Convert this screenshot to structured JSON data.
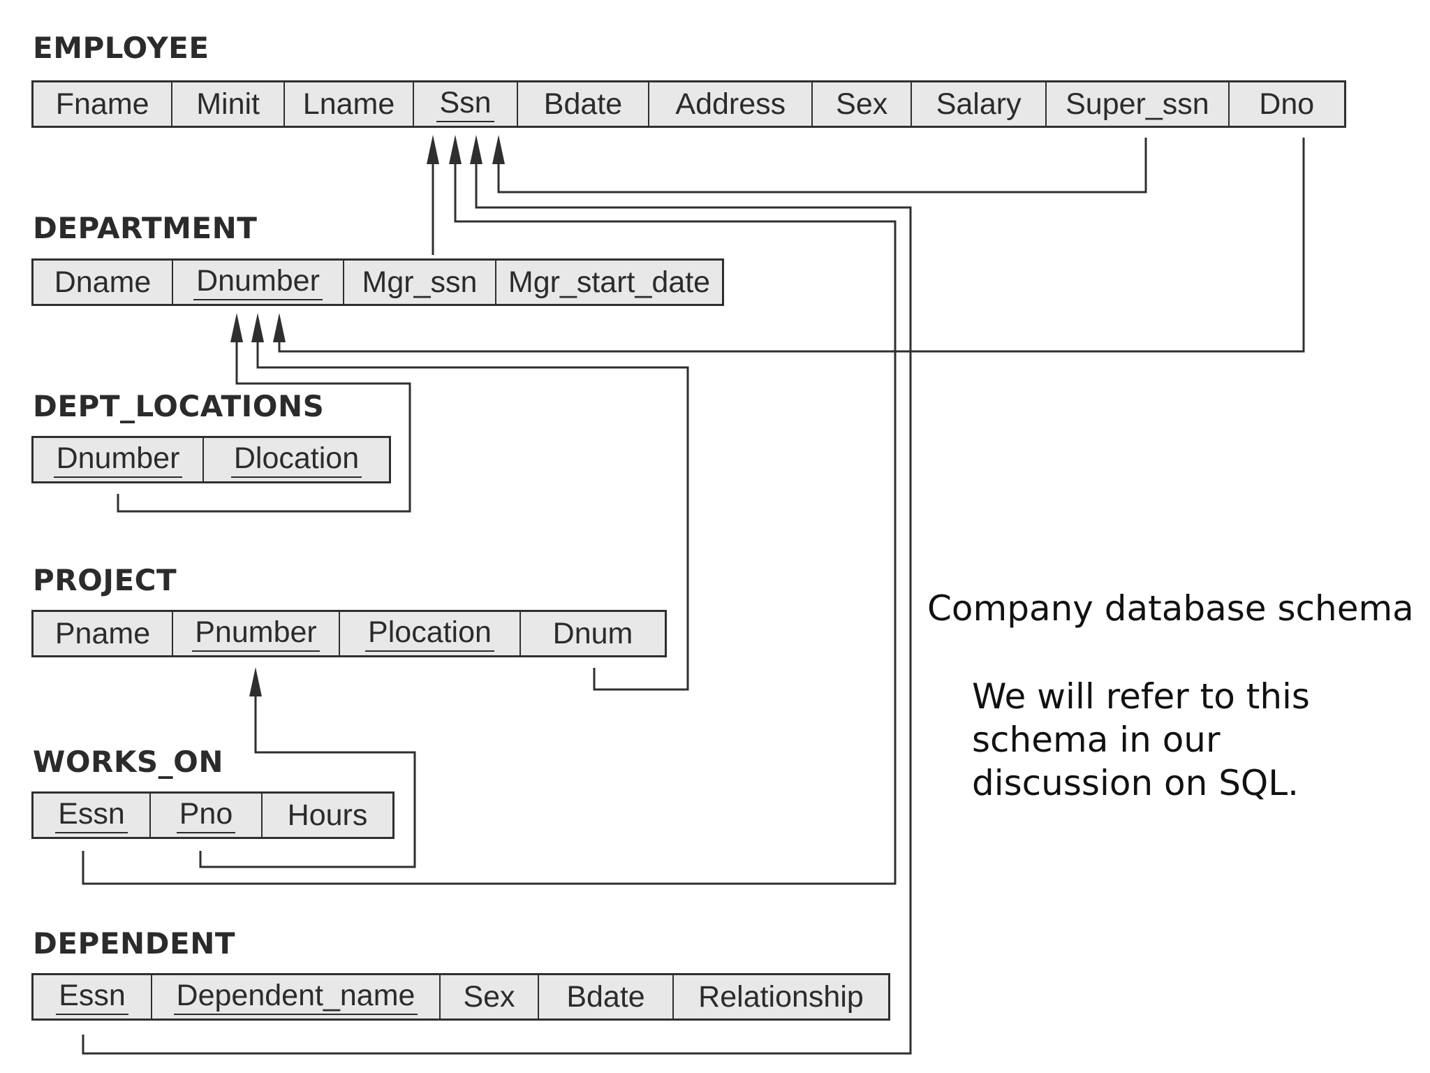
{
  "relations": [
    {
      "name": "EMPLOYEE",
      "attributes": [
        {
          "label": "Fname",
          "pk": false
        },
        {
          "label": "Minit",
          "pk": false
        },
        {
          "label": "Lname",
          "pk": false
        },
        {
          "label": "Ssn",
          "pk": true
        },
        {
          "label": "Bdate",
          "pk": false
        },
        {
          "label": "Address",
          "pk": false
        },
        {
          "label": "Sex",
          "pk": false
        },
        {
          "label": "Salary",
          "pk": false
        },
        {
          "label": "Super_ssn",
          "pk": false
        },
        {
          "label": "Dno",
          "pk": false
        }
      ]
    },
    {
      "name": "DEPARTMENT",
      "attributes": [
        {
          "label": "Dname",
          "pk": false
        },
        {
          "label": "Dnumber",
          "pk": true
        },
        {
          "label": "Mgr_ssn",
          "pk": false
        },
        {
          "label": "Mgr_start_date",
          "pk": false
        }
      ]
    },
    {
      "name": "DEPT_LOCATIONS",
      "attributes": [
        {
          "label": "Dnumber",
          "pk": true
        },
        {
          "label": "Dlocation",
          "pk": true
        }
      ]
    },
    {
      "name": "PROJECT",
      "attributes": [
        {
          "label": "Pname",
          "pk": false
        },
        {
          "label": "Pnumber",
          "pk": true
        },
        {
          "label": "Plocation",
          "pk": true
        },
        {
          "label": "Dnum",
          "pk": false
        }
      ]
    },
    {
      "name": "WORKS_ON",
      "attributes": [
        {
          "label": "Essn",
          "pk": true
        },
        {
          "label": "Pno",
          "pk": true
        },
        {
          "label": "Hours",
          "pk": false
        }
      ]
    },
    {
      "name": "DEPENDENT",
      "attributes": [
        {
          "label": "Essn",
          "pk": true
        },
        {
          "label": "Dependent_name",
          "pk": true
        },
        {
          "label": "Sex",
          "pk": false
        },
        {
          "label": "Bdate",
          "pk": false
        },
        {
          "label": "Relationship",
          "pk": false
        }
      ]
    }
  ],
  "foreign_keys": [
    {
      "from": "EMPLOYEE.Super_ssn",
      "to": "EMPLOYEE.Ssn"
    },
    {
      "from": "DEPARTMENT.Mgr_ssn",
      "to": "EMPLOYEE.Ssn"
    },
    {
      "from": "WORKS_ON.Essn",
      "to": "EMPLOYEE.Ssn"
    },
    {
      "from": "DEPENDENT.Essn",
      "to": "EMPLOYEE.Ssn"
    },
    {
      "from": "EMPLOYEE.Dno",
      "to": "DEPARTMENT.Dnumber"
    },
    {
      "from": "DEPT_LOCATIONS.Dnumber",
      "to": "DEPARTMENT.Dnumber"
    },
    {
      "from": "PROJECT.Dnum",
      "to": "DEPARTMENT.Dnumber"
    },
    {
      "from": "WORKS_ON.Pno",
      "to": "PROJECT.Pnumber"
    }
  ],
  "caption": "Company database schema",
  "note_lines": [
    "We will refer to this",
    "schema in our",
    "discussion on SQL."
  ],
  "colors": {
    "line": "#2f2f2f",
    "cell_fill": "#e8e8e8",
    "text": "#2b2b2b"
  }
}
